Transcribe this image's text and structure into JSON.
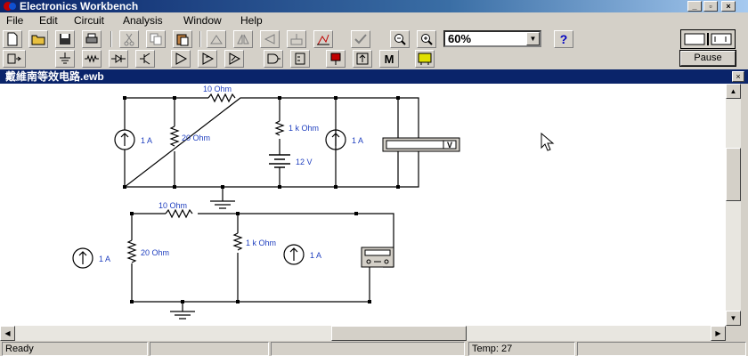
{
  "window": {
    "title": "Electronics Workbench"
  },
  "menu": [
    "File",
    "Edit",
    "Circuit",
    "Analysis",
    "Window",
    "Help"
  ],
  "toolbar": {
    "zoom_value": "60%",
    "help_label": "?",
    "meter_label": "M"
  },
  "power": {
    "pause_label": "Pause"
  },
  "document": {
    "title": "戴維南等效电路.ewb"
  },
  "circuit": {
    "top": {
      "r_series": "10  Ohm",
      "r_shunt": "20  Ohm",
      "r_branch": "1 k Ohm",
      "battery": "12 V",
      "src_left": "1 A",
      "src_right": "1 A",
      "meter": "V"
    },
    "bottom": {
      "r_series": "10  Ohm",
      "r_shunt": "20  Ohm",
      "r_branch": "1 k Ohm",
      "src_left": "1 A",
      "src_right": "1 A"
    }
  },
  "status": {
    "state": "Ready",
    "temp": "Temp:  27"
  },
  "colors": {
    "titlebar": "#0a246a",
    "label": "#1f3fbf"
  }
}
